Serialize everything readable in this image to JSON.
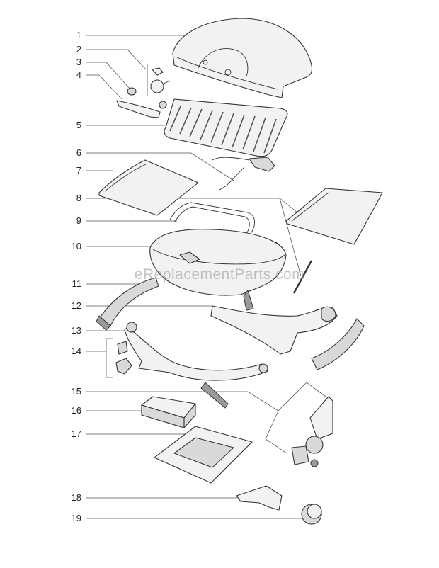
{
  "watermark": "eReplacementParts.com",
  "callouts": [
    "1",
    "2",
    "3",
    "4",
    "5",
    "6",
    "7",
    "8",
    "9",
    "10",
    "11",
    "12",
    "13",
    "14",
    "15",
    "16",
    "17",
    "18",
    "19"
  ]
}
